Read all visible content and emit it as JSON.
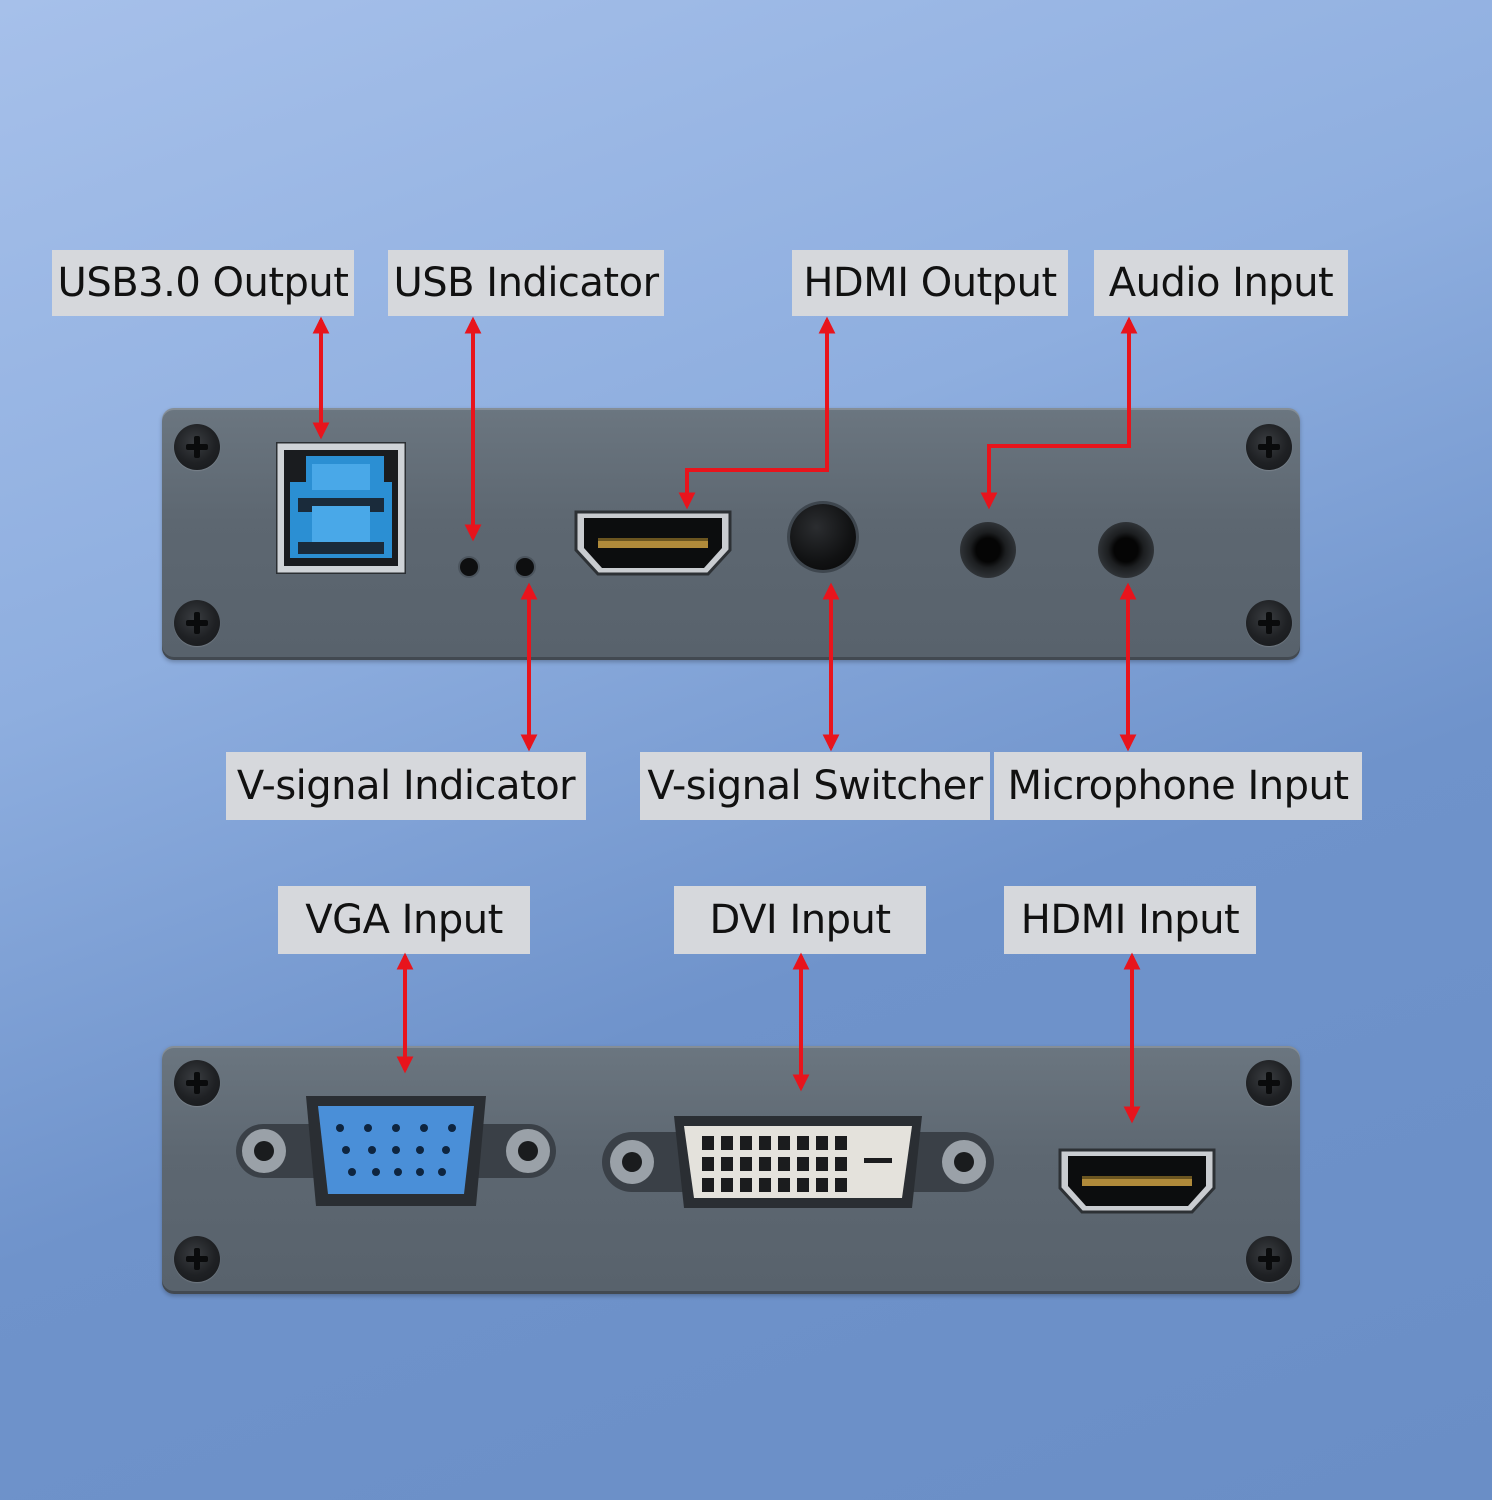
{
  "labels": {
    "usb30_output": "USB3.0 Output",
    "usb_indicator": "USB Indicator",
    "hdmi_output": "HDMI Output",
    "audio_input": "Audio Input",
    "v_signal_indicator": "V-signal Indicator",
    "v_signal_switcher": "V-signal Switcher",
    "microphone_input": "Microphone Input",
    "vga_input": "VGA Input",
    "dvi_input": "DVI Input",
    "hdmi_input": "HDMI Input"
  },
  "colors": {
    "background": "#7d9fd6",
    "label_background": "#d6d8dc",
    "arrow": "#e8141c",
    "panel": "#5f6a74",
    "usb_port": "#3f95d6",
    "vga_port": "#4a8fd8",
    "dvi_port": "#e4e2dc"
  },
  "icons": {
    "screw": "phillips-screw-icon",
    "usb": "usb-b-port-icon",
    "hdmi": "hdmi-port-icon",
    "vga": "vga-port-icon",
    "dvi": "dvi-port-icon",
    "jack": "audio-jack-icon",
    "button": "round-button-icon"
  }
}
